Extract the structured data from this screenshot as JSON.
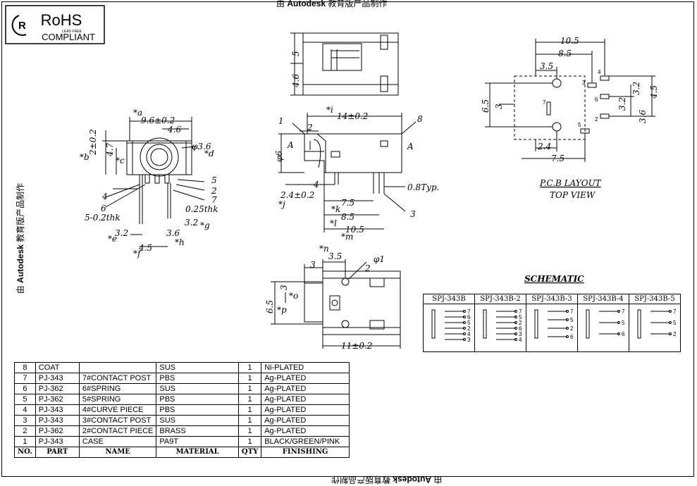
{
  "watermark": {
    "brand": "Autodesk",
    "suffix": "教育版产品制作"
  },
  "rohs": {
    "title": "RoHS",
    "sub": "LEAD FREE",
    "label": "COMPLIANT"
  },
  "views": {
    "front": {
      "a": "*a",
      "w": "9.6±0.2",
      "w2": "4.6",
      "dia": "φ3.6",
      "d": "*d",
      "h1": "2±0.2",
      "h2": "4.7",
      "b": "*b",
      "c": "*c",
      "c4": "4",
      "c6": "6",
      "c5": "5",
      "c2": "2",
      "c7": "7",
      "thk1": "5-0.2thk",
      "thk2": "0.25thk",
      "g": "3.2",
      "gl": "*g",
      "e1": "3.2",
      "el": "*e",
      "s36": "3.6",
      "f": "4.5",
      "fl": "*f",
      "hl": "*h"
    },
    "top": {
      "d5": "5",
      "d46": "4.6"
    },
    "side": {
      "i": "*i",
      "w": "14±0.2",
      "c1": "1",
      "c8": "8",
      "c2": "2",
      "A": "A",
      "dia": "φ6",
      "d4": "4",
      "d24": "2.4±0.2",
      "j": "*j",
      "typ": "0.8Typ.",
      "k": "*k",
      "d75": "7.5",
      "c3": "3",
      "l": "*l",
      "d85": "8.5",
      "m": "*m",
      "d105": "10.5"
    },
    "bottom": {
      "n": "*n",
      "d35": "3.5",
      "d3": "3",
      "o": "*o",
      "d65": "6.5",
      "p": "*p",
      "c2": "2",
      "phi1": "φ1",
      "w": "11±0.2"
    },
    "pcb": {
      "d105": "10.5",
      "d85": "8.5",
      "d35": "3.5",
      "d65": "6.5",
      "d3": "3",
      "d32": "3.2",
      "d32b": "3.2",
      "d45": "4.5",
      "d36": "3.6",
      "d24": "2.4",
      "d75": "7.5",
      "p4": "4",
      "p3": "3",
      "p6": "6",
      "p7": "7",
      "p2": "2",
      "p5": "5",
      "title": "P.C.B LAYOUT",
      "subtitle": "TOP VIEW"
    }
  },
  "schematic": {
    "title": "SCHEMATIC",
    "cols": [
      {
        "name": "SPJ-343B",
        "pins": [
          "7",
          "6",
          "5",
          "2",
          "4",
          "3"
        ]
      },
      {
        "name": "SPJ-343B-2",
        "pins": [
          "7",
          "5",
          "2",
          "6",
          "3",
          "4"
        ]
      },
      {
        "name": "SPJ-343B-3",
        "pins": [
          "7",
          "5",
          "2",
          "6"
        ]
      },
      {
        "name": "SPJ-343B-4",
        "pins": [
          "7",
          "5",
          "6"
        ]
      },
      {
        "name": "SPJ-343B-5",
        "pins": [
          "7",
          "5",
          "2"
        ]
      }
    ]
  },
  "bom": {
    "headers": [
      "NO.",
      "PART",
      "NAME",
      "MATERIAL",
      "QTY",
      "FINISHING"
    ],
    "rows": [
      {
        "no": "8",
        "part": "COAT",
        "name": "",
        "material": "SUS",
        "qty": "1",
        "finish": "Ni-PLATED"
      },
      {
        "no": "7",
        "part": "PJ-343",
        "name": "7#CONTACT POST",
        "material": "PBS",
        "qty": "1",
        "finish": "Ag-PLATED"
      },
      {
        "no": "6",
        "part": "PJ-362",
        "name": "6#SPRING",
        "material": "SUS",
        "qty": "1",
        "finish": "Ag-PLATED"
      },
      {
        "no": "5",
        "part": "PJ-362",
        "name": "5#SPRING",
        "material": "PBS",
        "qty": "1",
        "finish": "Ag-PLATED"
      },
      {
        "no": "4",
        "part": "PJ-343",
        "name": "4#CURVE PIECE",
        "material": "PBS",
        "qty": "1",
        "finish": "Ag-PLATED"
      },
      {
        "no": "3",
        "part": "PJ-343",
        "name": "3#CONTACT POST",
        "material": "SUS",
        "qty": "1",
        "finish": "Ag-PLATED"
      },
      {
        "no": "2",
        "part": "PJ-362",
        "name": "2#CONTACT PIECE",
        "material": "BRASS",
        "qty": "1",
        "finish": "Ag-PLATED"
      },
      {
        "no": "1",
        "part": "PJ-343",
        "name": "CASE",
        "material": "PA9T",
        "qty": "1",
        "finish": "BLACK/GREEN/PINK"
      }
    ]
  }
}
